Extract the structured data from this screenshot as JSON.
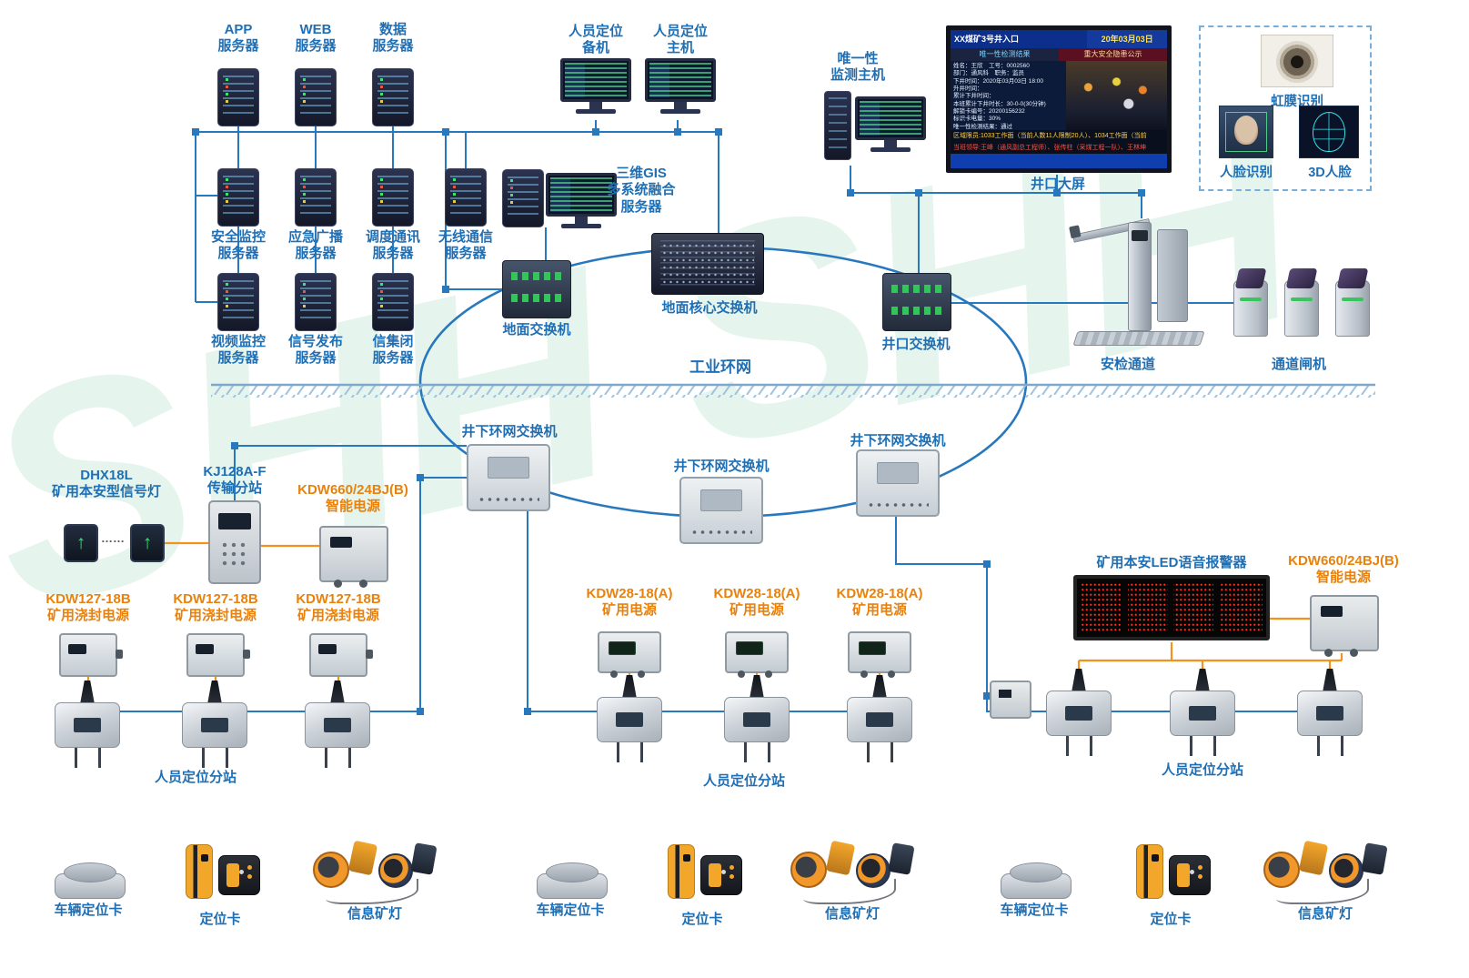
{
  "watermark": "SHH SHH",
  "icons": {
    "up_arrow": "↑"
  },
  "nodes": {
    "app_server": "APP\n服务器",
    "web_server": "WEB\n服务器",
    "data_server": "数据\n服务器",
    "safety_monitor_server": "安全监控\n服务器",
    "emergency_broadcast_server": "应急广播\n服务器",
    "dispatch_comm_server": "调度通讯\n服务器",
    "wireless_comm_server": "无线通信\n服务器",
    "video_monitor_server": "视频监控\n服务器",
    "signal_publish_server": "信号发布\n服务器",
    "signal_block_server": "信集闭\n服务器",
    "positioning_backup": "人员定位\n备机",
    "positioning_main": "人员定位\n主机",
    "gis_server": "三维GIS\n多系统融合\n服务器",
    "uniqueness_host": "唯一性\n监测主机",
    "wellhead_screen": "井口大屏",
    "iris_recognition": "虹膜识别",
    "face_recognition": "人脸识别",
    "face_3d": "3D人脸",
    "ground_switch": "地面交换机",
    "ground_core_switch": "地面核心交换机",
    "wellhead_switch": "井口交换机",
    "security_channel": "安检通道",
    "channel_gates": "通道闸机",
    "industrial_ring": "工业环网",
    "underground_ring_switch": "井下环网交换机",
    "signal_lamp": "DHX18L\n矿用本安型信号灯",
    "transmission_substation": "KJ128A-F\n传输分站",
    "smart_power": "KDW660/24BJ(B)\n智能电源",
    "sealed_power": "KDW127-18B\n矿用浇封电源",
    "mine_power": "KDW28-18(A)\n矿用电源",
    "led_alarm": "矿用本安LED语音报警器",
    "positioning_substation": "人员定位分站",
    "vehicle_card": "车辆定位卡",
    "positioning_card": "定位卡",
    "info_lamp": "信息矿灯",
    "ellipsis": "……"
  },
  "screen": {
    "title": "XX煤矿3号井入口",
    "date": "20年03月03日",
    "sub_left": "唯一性检测结果",
    "sub_right": "重大安全隐患公示",
    "info": "姓名：王欣　工号：0002560\n部门：通风科　职务：监员\n下井时间：2020年03月03日 18:00\n升井时间：\n累计下井时间：\n本班累计下井时长：30-0-0(30分钟)\n解锁卡编号：20200156232\n标识卡电量：30%\n唯一性检测结果：通过",
    "warn1": "区域限员:1033工作面（当前人数11人限制20人）、1034工作面（当前",
    "warn2": "当班领导:王峰（通风副总工程师）、张传柱（采煤工程一队）、王林坤"
  }
}
